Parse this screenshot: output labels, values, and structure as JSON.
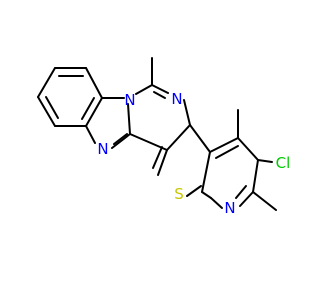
{
  "molecule": {
    "atoms": [
      {
        "symbol": "N",
        "color": "#0000ff"
      },
      {
        "symbol": "N",
        "color": "#0000ff"
      },
      {
        "symbol": "N",
        "color": "#0000ff"
      },
      {
        "symbol": "N",
        "color": "#0000ff"
      },
      {
        "symbol": "S",
        "color": "#c8c800"
      },
      {
        "symbol": "Cl",
        "color": "#00cc00"
      }
    ],
    "bond_color": "#000000",
    "background": "#ffffff"
  }
}
